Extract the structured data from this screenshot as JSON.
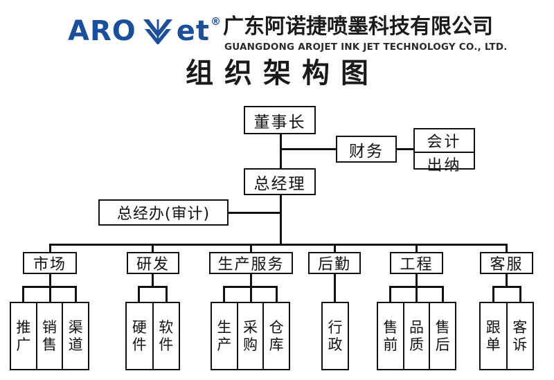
{
  "header": {
    "logo_left": "ARO",
    "logo_right": "et",
    "logo_mark": "arojet-sprout-icon",
    "logo_registered": "®",
    "logo_color": "#1b4f9c",
    "company_cn": "广东阿诺捷喷墨科技有限公司",
    "company_en": "GUANGDONG AROJET INK JET TECHNOLOGY CO., LTD."
  },
  "title": "组织架构图",
  "chart_data": {
    "type": "org-chart",
    "line_color": "#111111",
    "box_fill": "#ffffff",
    "root": "董事长",
    "nodes": {
      "chairman": "董事长",
      "finance": "财务",
      "finance_children": [
        "会计",
        "出纳"
      ],
      "general_manager": "总经理",
      "gm_office": "总经办(审计)"
    },
    "departments": [
      {
        "name": "市场",
        "children": [
          "推广",
          "销售",
          "渠道"
        ]
      },
      {
        "name": "研发",
        "children": [
          "硬件",
          "软件"
        ]
      },
      {
        "name": "生产服务",
        "children": [
          "生产",
          "采购",
          "仓库"
        ]
      },
      {
        "name": "后勤",
        "children": [
          "行政"
        ]
      },
      {
        "name": "工程",
        "children": [
          "售前",
          "品质",
          "售后"
        ]
      },
      {
        "name": "客服",
        "children": [
          "跟单",
          "客诉"
        ]
      }
    ]
  }
}
